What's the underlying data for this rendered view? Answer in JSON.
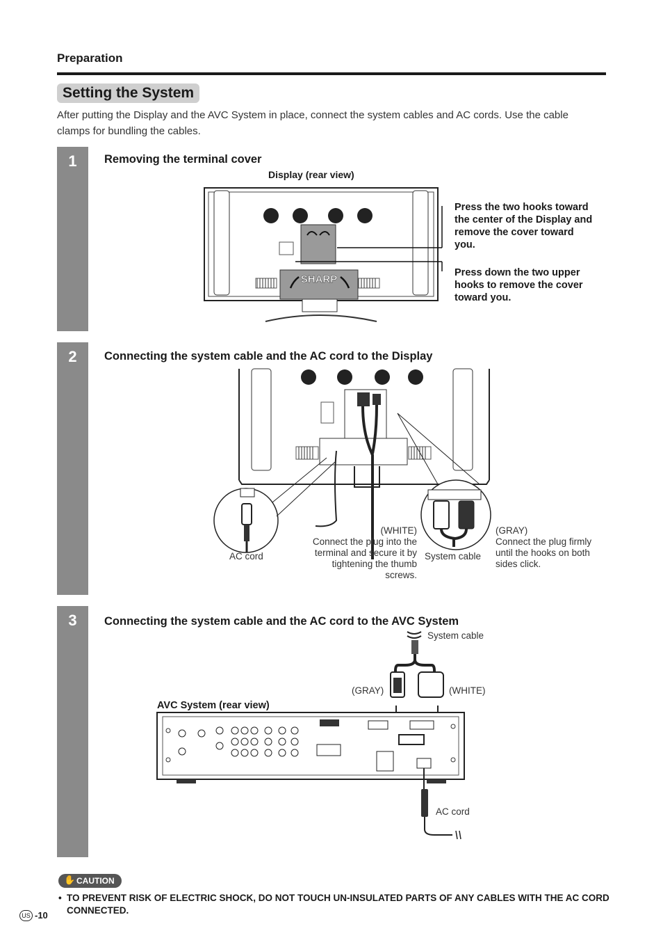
{
  "header": {
    "section": "Preparation"
  },
  "section_title": "Setting the System",
  "intro": "After putting the Display and the AVC System in place, connect the system cables and AC cords. Use the cable clamps for bundling the cables.",
  "steps": [
    {
      "number": "1",
      "title": "Removing the terminal cover",
      "figure_caption": "Display (rear view)",
      "logo": "SHARP",
      "callouts": [
        "Press the two hooks toward the center of the Display and remove the cover toward you.",
        "Press down the two upper hooks to remove the cover toward you."
      ]
    },
    {
      "number": "2",
      "title": "Connecting the system cable and the AC cord to the Display",
      "labels": {
        "ac_cord": "AC cord",
        "white_tag": "(WHITE)",
        "white_text": "Connect the plug into the terminal and secure it by tightening the thumb screws.",
        "system_cable": "System cable",
        "gray_tag": "(GRAY)",
        "gray_text": "Connect the plug firmly until the hooks on both sides click."
      }
    },
    {
      "number": "3",
      "title": "Connecting the system cable and the AC cord to the AVC System",
      "labels": {
        "system_cable": "System cable",
        "gray": "(GRAY)",
        "white": "(WHITE)",
        "avc_caption": "AVC System (rear view)",
        "ac_cord": "AC cord"
      }
    }
  ],
  "caution": {
    "badge": "CAUTION",
    "text": "TO PREVENT RISK OF ELECTRIC SHOCK, DO NOT TOUCH UN-INSULATED PARTS OF ANY CABLES WITH THE AC CORD CONNECTED."
  },
  "footer": {
    "region": "US",
    "page": "-10"
  }
}
